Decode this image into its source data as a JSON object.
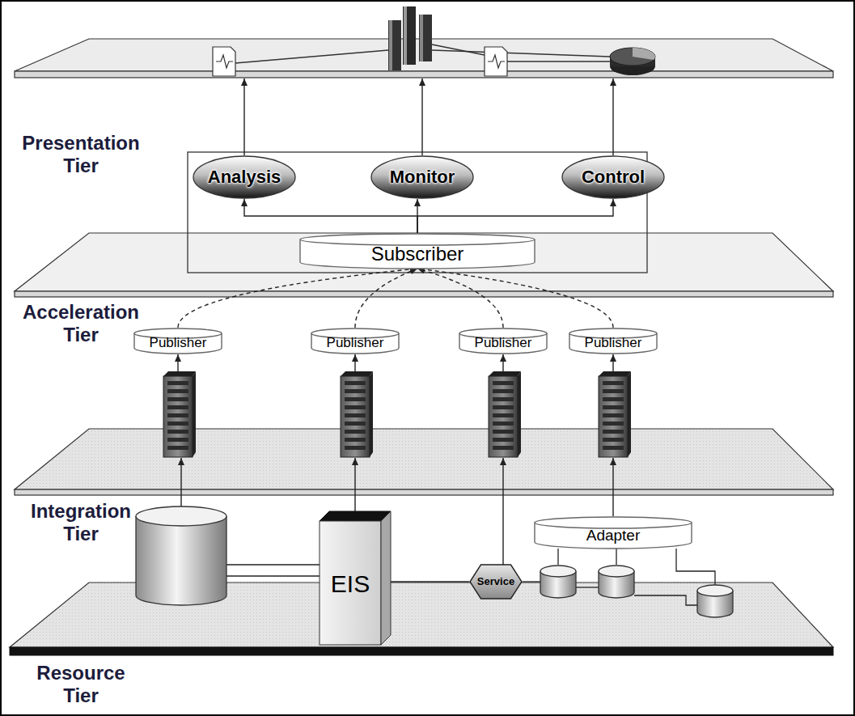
{
  "diagram": {
    "nodes": [
      {
        "text": [
          "Analysis"
        ]
      },
      {
        "text": [
          "Monitor"
        ]
      },
      {
        "text": [
          "Control"
        ]
      },
      {
        "text": [
          "Subscriber"
        ]
      },
      {
        "text": [
          "Publisher"
        ]
      },
      {
        "text": [
          "Publisher"
        ]
      },
      {
        "text": [
          "Publisher"
        ]
      },
      {
        "text": [
          "Publisher"
        ]
      },
      {
        "text": [
          "EIS"
        ]
      },
      {
        "text": [
          "Service"
        ]
      },
      {
        "text": [
          "Adapter"
        ]
      }
    ],
    "edges": [
      {
        "from": 3,
        "to": 0,
        "arrow": "to"
      },
      {
        "from": 3,
        "to": 1,
        "arrow": "to"
      },
      {
        "from": 3,
        "to": 2,
        "arrow": "to"
      },
      {
        "from": 4,
        "to": 3,
        "arrow": "to"
      },
      {
        "from": 5,
        "to": 3,
        "arrow": "to"
      },
      {
        "from": 6,
        "to": 3,
        "arrow": "to"
      },
      {
        "from": 7,
        "to": 3,
        "arrow": "to"
      },
      {
        "from": 8,
        "to": 9,
        "arrow": "none"
      }
    ],
    "labels": [
      "Presentation Tier",
      "Acceleration Tier",
      "Integration Tier",
      "Resource Tier"
    ]
  }
}
